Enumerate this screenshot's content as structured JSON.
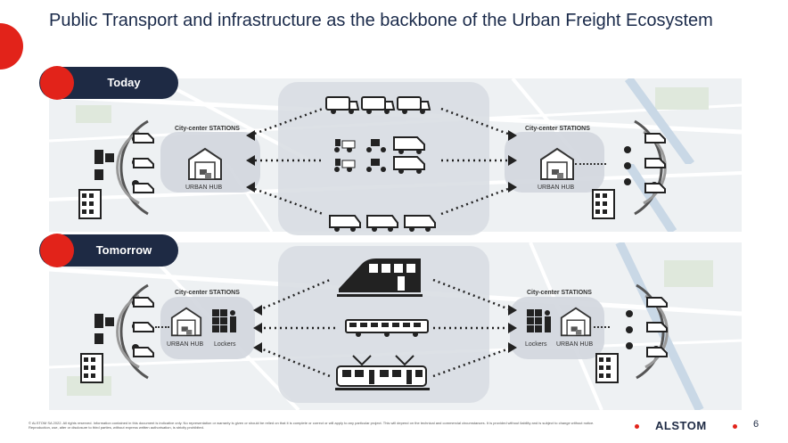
{
  "slide": {
    "title": "Public Transport and infrastructure as the backbone of the Urban Freight Ecosystem",
    "page_number": "6",
    "footer": "© ALSTOM SA 2022. All rights reserved. Information contained in this document is indicative only. No representation or warranty is given or should be relied on that it is complete or correct or will apply to any particular project. This will depend on the technical and commercial circumstances. It is provided without liability and is subject to change without notice. Reproduction, use, alter or disclosure to third parties, without express written authorisation, is strictly prohibited.",
    "logo": "ALSTOM"
  },
  "today": {
    "label": "Today",
    "left_station": {
      "title": "City-center STATIONS",
      "hub": "URBAN HUB"
    },
    "right_station": {
      "title": "City-center STATIONS",
      "hub": "URBAN HUB"
    },
    "vehicles_top": [
      "truck-icon",
      "truck-icon",
      "truck-icon"
    ],
    "vehicles_mid": [
      "scooter-icon",
      "scooter-icon",
      "van-icon"
    ],
    "vehicles_bottom": [
      "van-icon",
      "van-icon",
      "van-icon"
    ]
  },
  "tomorrow": {
    "label": "Tomorrow",
    "left_station": {
      "title": "City-center STATIONS",
      "hub": "URBAN HUB",
      "lockers": "Lockers"
    },
    "right_station": {
      "title": "City-center STATIONS",
      "hub": "URBAN HUB",
      "lockers": "Lockers"
    },
    "vehicles": [
      "metro-icon",
      "bus-icon",
      "tram-icon"
    ]
  },
  "colors": {
    "navy": "#1e2a44",
    "red": "#e2231a",
    "panel": "#d7dce2"
  }
}
